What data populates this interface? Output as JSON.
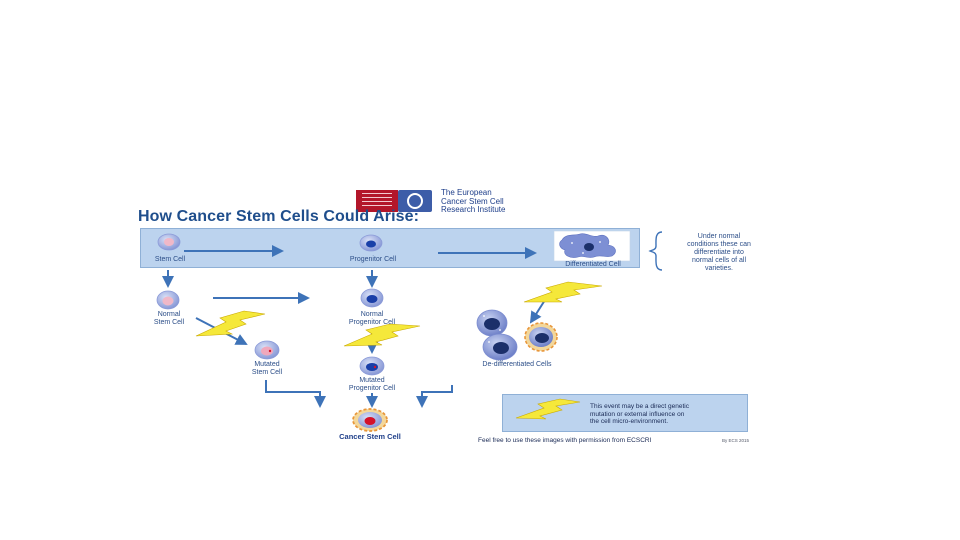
{
  "header": {
    "logo_lines": [
      "ORDIF",
      "CARDIFF",
      "UNIVERSITY",
      "PRIFYSGOL",
      "CAERDYD"
    ],
    "org_line1": "The European",
    "org_line2": "Cancer Stem Cell",
    "org_line3": "Research Institute",
    "title": "How Cancer Stem Cells Could Arise:"
  },
  "cells": {
    "stem_cell": "Stem Cell",
    "progenitor_cell": "Progenitor Cell",
    "differentiated_cell": "Differentiated Cell",
    "normal_stem_cell_1": "Normal",
    "normal_stem_cell_2": "Stem Cell",
    "normal_progenitor_cell_1": "Normal",
    "normal_progenitor_cell_2": "Progenitor Cell",
    "mutated_stem_cell_1": "Mutated",
    "mutated_stem_cell_2": "Stem Cell",
    "mutated_progenitor_cell_1": "Mutated",
    "mutated_progenitor_cell_2": "Progenitor Cell",
    "dedifferentiated_cells": "De-differentiated Cells",
    "cancer_stem_cell": "Cancer Stem Cell"
  },
  "note": {
    "line1": "Under normal",
    "line2": "conditions these can",
    "line3": "differentiate into",
    "line4": "normal cells of all",
    "line5": "varieties."
  },
  "legend": {
    "line1": "This event may be a direct genetic",
    "line2": "mutation or external influence on",
    "line3": "the cell micro-environment."
  },
  "footer": {
    "permission": "Feel free to use these images with permission from ECSCRI",
    "byline": "By ECS 2015"
  },
  "colors": {
    "band": "#bcd3ee",
    "arrow": "#3e73b8",
    "lightning": "#f5e83a",
    "cell_outer": "#aab8e8",
    "nucleus_normal": "#f0b8c8",
    "nucleus_progenitor": "#1a3fa8",
    "nucleus_cancer": "#d4122a",
    "cancer_border": "#f0a030"
  }
}
